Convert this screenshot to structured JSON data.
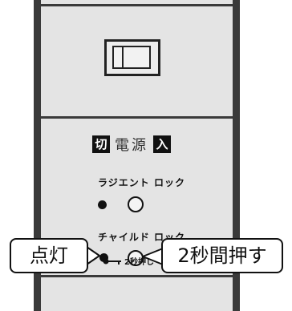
{
  "power": {
    "off_label": "切",
    "title": "電源",
    "on_label": "入"
  },
  "radiant_lock": {
    "label": "ラジエント ロック"
  },
  "child_lock": {
    "label": "チャイルド ロック",
    "hold_hint": "2秒押し",
    "indicator": "lit"
  },
  "callouts": {
    "lit": "点灯",
    "hold": "2秒間押す"
  },
  "icons": {
    "key": "key-icon",
    "switch": "rocker-switch-icon"
  }
}
